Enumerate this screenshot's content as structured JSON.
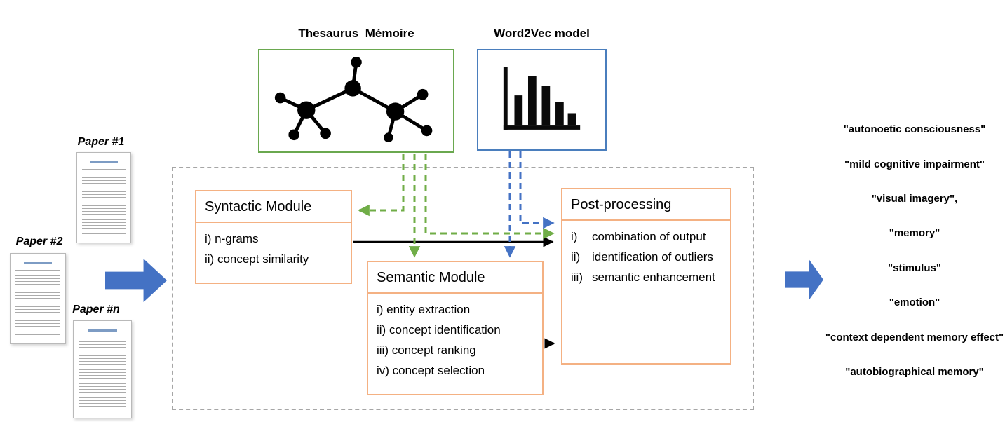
{
  "sources": [
    {
      "label": "Thesaurus  Mémoire",
      "icon": "network-graph-icon",
      "border_color": "#6AA84F"
    },
    {
      "label": "Word2Vec model",
      "icon": "bar-chart-icon",
      "border_color": "#4A7EBD"
    }
  ],
  "papers": [
    {
      "label": "Paper #1"
    },
    {
      "label": "Paper #2"
    },
    {
      "label": "Paper #n"
    }
  ],
  "pipeline": {
    "syntactic": {
      "title": "Syntactic Module",
      "items": [
        "i) n-grams",
        "ii) concept similarity"
      ]
    },
    "semantic": {
      "title": "Semantic Module",
      "items": [
        "i) entity extraction",
        "ii) concept identification",
        "iii) concept ranking",
        "iv) concept selection"
      ]
    },
    "post": {
      "title": "Post-processing",
      "items": [
        {
          "marker": "i)",
          "text": "combination of output"
        },
        {
          "marker": "ii)",
          "text": "identification of outliers"
        },
        {
          "marker": "iii)",
          "text": "semantic enhancement"
        }
      ]
    }
  },
  "outputs": [
    "\"autonoetic consciousness\"",
    "\"mild cognitive impairment\"",
    "\"visual imagery\",",
    "\"memory\"",
    "\"stimulus\"",
    "\"emotion\"",
    "\"context dependent memory effect\"",
    "\"autobiographical memory\""
  ],
  "colors": {
    "thesaurus_green": "#6AA84F",
    "word2vec_blue": "#4A7EBD",
    "module_orange": "#F4B183",
    "flow_blue": "#4472C4",
    "dashed_gray": "#A6A6A6",
    "black": "#000000"
  }
}
